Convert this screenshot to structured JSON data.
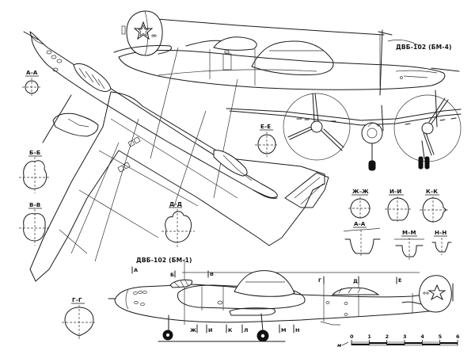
{
  "drawing": {
    "subject": "ДВБ-102 three-view technical drawing",
    "colors": {
      "ink": "#1a1a1a",
      "paper": "#ffffff"
    }
  },
  "side_view_top": {
    "title": "ДВБ-102 (БМ-4)",
    "insignia": "red-star"
  },
  "side_view_bottom": {
    "title": "ДВБ-102 (БМ-1)",
    "stations_top": [
      "А",
      "Б",
      "В",
      "Г",
      "Д",
      "Е"
    ],
    "stations_bottom": [
      "Ж",
      "И",
      "К",
      "Л",
      "М",
      "Н"
    ],
    "insignia": "red-star"
  },
  "sections": {
    "aa_top": "А–А",
    "bb": "Б–Б",
    "vv": "В–В",
    "gg": "Г–Г",
    "dd": "Д–Д",
    "ee": "Е–Е",
    "zhzh": "Ж–Ж",
    "ii": "И–И",
    "kk": "К–К",
    "aa_bottom": "А–А",
    "mm": "М–М",
    "nn": "Н–Н"
  },
  "scale_bar": {
    "ticks": [
      "0",
      "1",
      "2",
      "3",
      "4",
      "5",
      "6"
    ],
    "unit_mark": "м"
  }
}
